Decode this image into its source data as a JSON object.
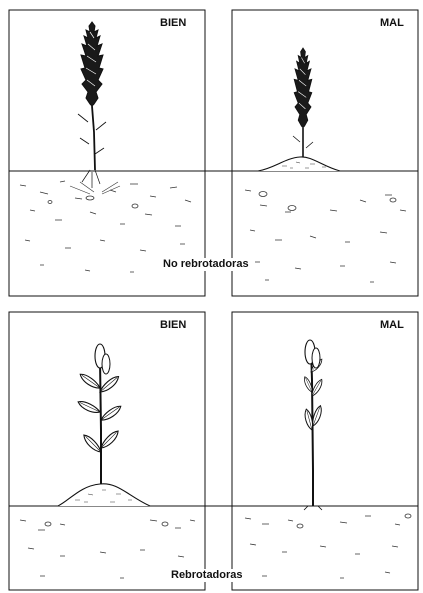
{
  "panels": [
    {
      "id": "top-left",
      "label": "BIEN"
    },
    {
      "id": "top-right",
      "label": "MAL"
    },
    {
      "id": "bottom-left",
      "label": "BIEN"
    },
    {
      "id": "bottom-right",
      "label": "MAL"
    }
  ],
  "sections": {
    "top_caption": "No rebrotadoras",
    "bottom_caption": "Rebrotadoras"
  },
  "colors": {
    "ink": "#111111",
    "paper": "#ffffff"
  }
}
